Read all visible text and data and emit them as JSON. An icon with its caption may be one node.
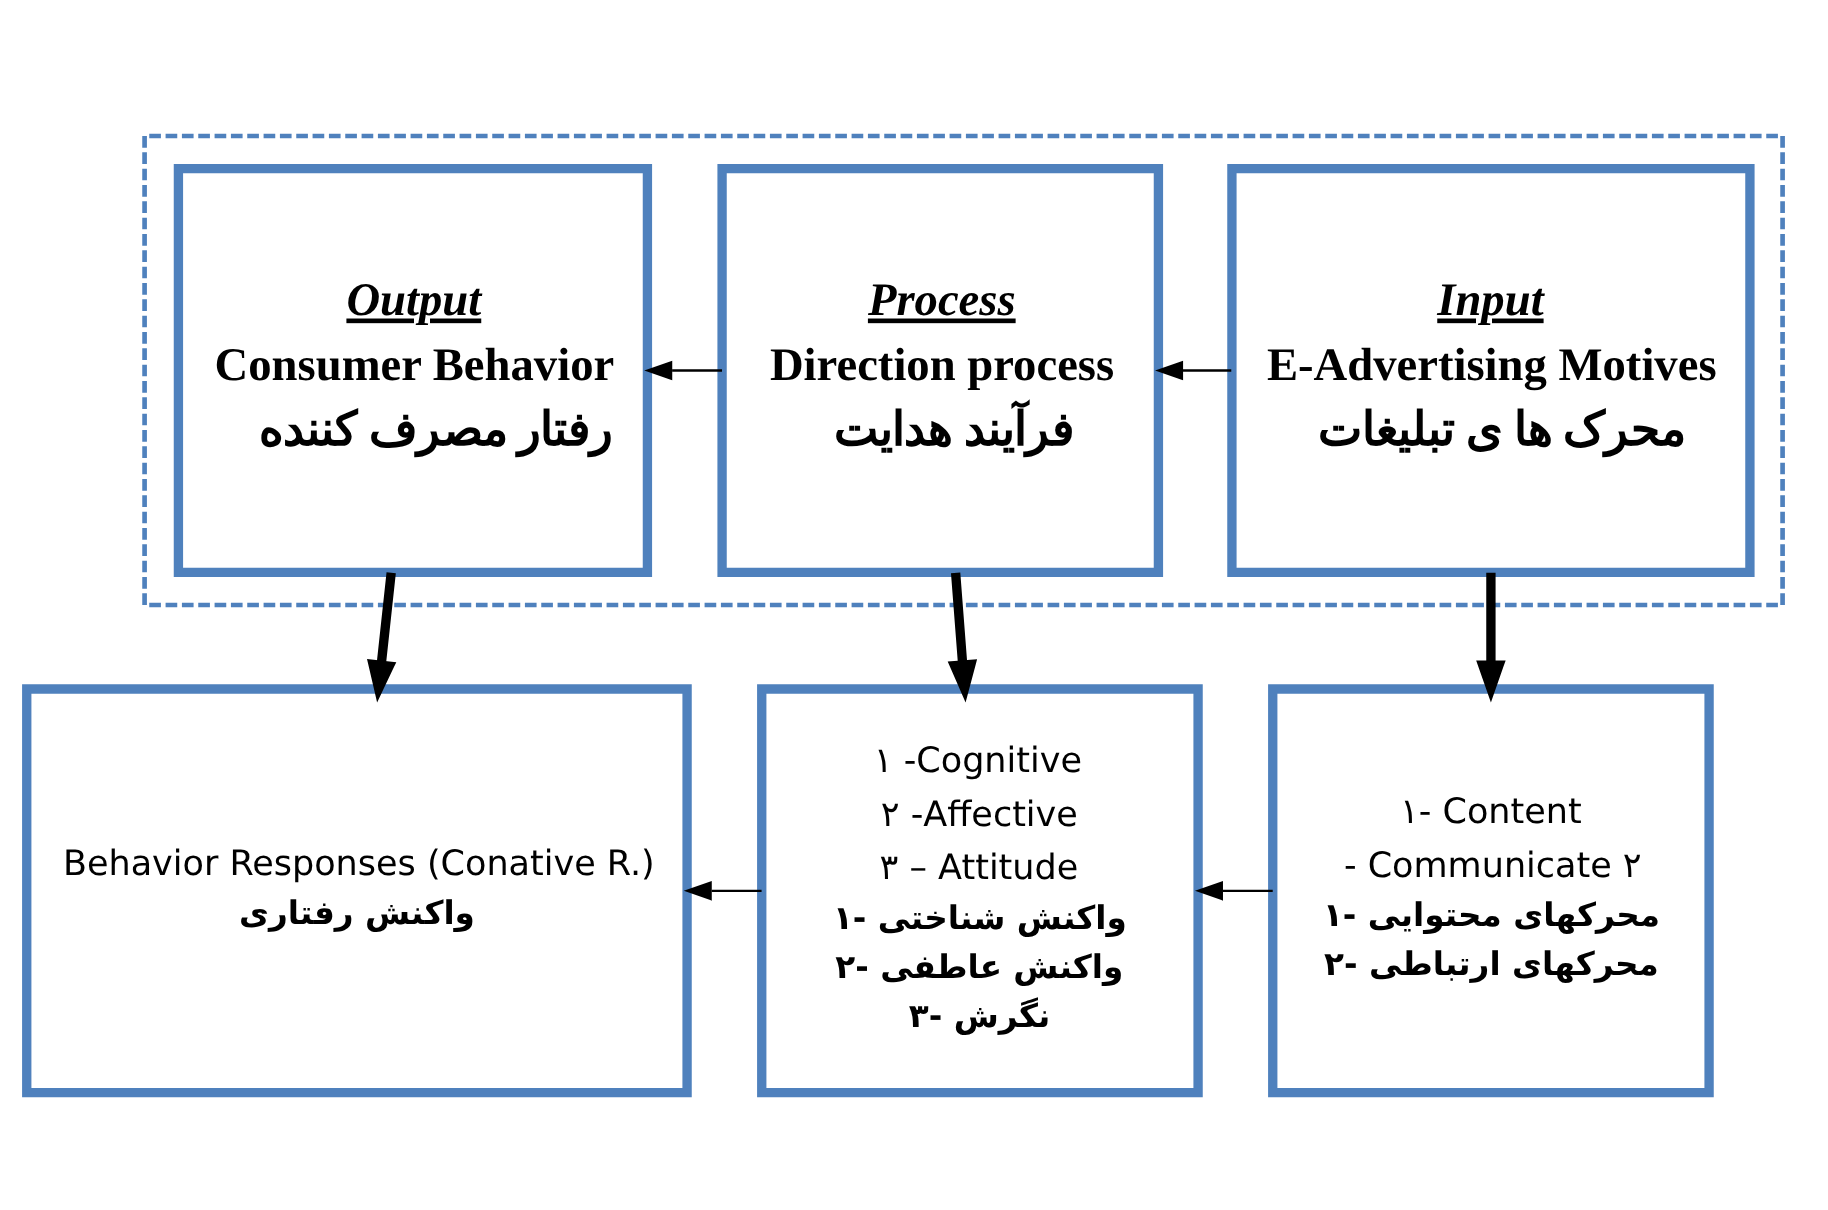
{
  "diagram": {
    "nodes": [
      {
        "text": [],
        "shape": "box"
      },
      {
        "text": [
          "Input",
          "E-Advertising Motives",
          "محرک ها ی تبلیغات"
        ],
        "in": 0
      },
      {
        "text": [
          "Process",
          "Direction process",
          "فرآیند هدایت"
        ],
        "in": 0
      },
      {
        "text": [
          "Output",
          "Consumer Behavior",
          "رفتار مصرف کننده"
        ],
        "in": 0
      },
      {
        "text": [
          "۱- Content",
          "- Communicate ۲",
          "۱- محرکهای محتوایی",
          "۲- محرکهای ارتباطی"
        ]
      },
      {
        "text": [
          "۱ -Cognitive",
          "۲ -Affective",
          "۳ – Attitude",
          "۱- واکنش شناختی",
          "۲- واکنش عاطفی",
          "۳- نگرش"
        ]
      },
      {
        "text": [
          "Behavior Responses (Conative R.)",
          "واکنش رفتاری"
        ]
      }
    ],
    "edges": [
      {
        "from": 1,
        "to": 2,
        "arrow": "to"
      },
      {
        "from": 2,
        "to": 3,
        "arrow": "to"
      },
      {
        "from": 1,
        "to": 4,
        "arrow": "to",
        "style": "thick"
      },
      {
        "from": 2,
        "to": 5,
        "arrow": "to",
        "style": "thick"
      },
      {
        "from": 3,
        "to": 6,
        "arrow": "to",
        "style": "thick"
      },
      {
        "from": 4,
        "to": 5,
        "arrow": "to"
      },
      {
        "from": 5,
        "to": 6,
        "arrow": "to"
      }
    ]
  }
}
